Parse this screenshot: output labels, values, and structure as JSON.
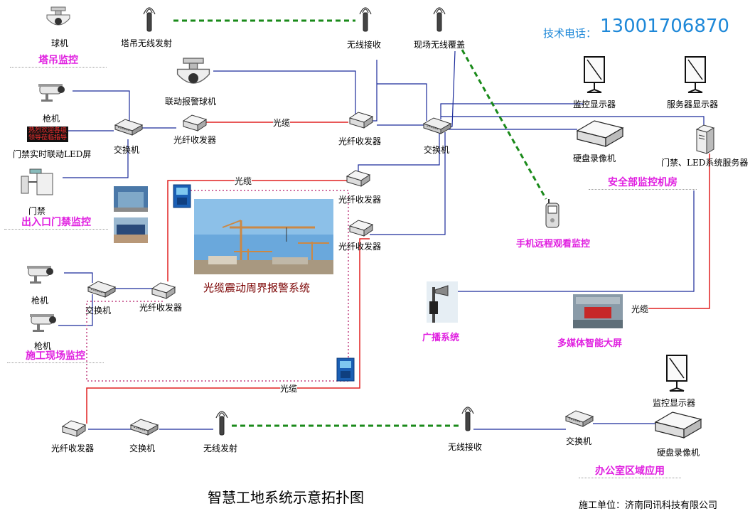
{
  "contact": {
    "label": "技术电话：",
    "number": "13001706870"
  },
  "title": "智慧工地系统示意拓扑图",
  "company": "施工单位：济南同讯科技有限公司",
  "groups": {
    "tower": "塔吊监控",
    "entrance": "出入口门禁监控",
    "construction": "施工现场监控",
    "security_room": "安全部监控机房",
    "office": "办公室区域应用"
  },
  "labels": {
    "dome_camera": "球机",
    "tower_wireless_tx": "塔吊无线发射",
    "wireless_rx_top": "无线接收",
    "site_wireless": "现场无线覆盖",
    "linkage_dome": "联动报警球机",
    "gun_camera_1": "枪机",
    "access_led": "门禁实时联动LED屏",
    "switch_1": "交换机",
    "transceiver_1": "光纤收发器",
    "transceiver_2": "光纤收发器",
    "main_switch": "交换机",
    "monitor_display": "监控显示器",
    "server_display": "服务器显示器",
    "nvr": "硬盘录像机",
    "server": "门禁、LED系统服务器",
    "access_gate": "门禁",
    "transceiver_3": "光纤收发器",
    "transceiver_4": "光纤收发器",
    "gun_camera_2": "枪机",
    "gun_camera_3": "枪机",
    "switch_2": "交换机",
    "transceiver_5": "光纤收发器",
    "perimeter": "光缆震动周界报警系统",
    "mobile": "手机远程观看监控",
    "broadcast": "广播系统",
    "multimedia": "多媒体智能大屏",
    "transceiver_6": "光纤收发器",
    "switch_3": "交换机",
    "wireless_tx_bottom": "无线发射",
    "wireless_rx_bottom": "无线接收",
    "switch_4": "交换机",
    "monitor_display_2": "监控显示器",
    "nvr_2": "硬盘录像机"
  },
  "fiber_labels": {
    "top": "光缆",
    "mid": "光缆",
    "bottom": "光缆",
    "right": "光缆"
  },
  "led_text": [
    "热烈欢迎各级",
    "领导莅临指导"
  ],
  "colors": {
    "fiber": "#e02020",
    "network": "#1a2a9a",
    "wireless": "#1a8a1a",
    "perimeter": "#d070a0",
    "group_label": "#e020e0",
    "phone": "#1e88d8"
  }
}
